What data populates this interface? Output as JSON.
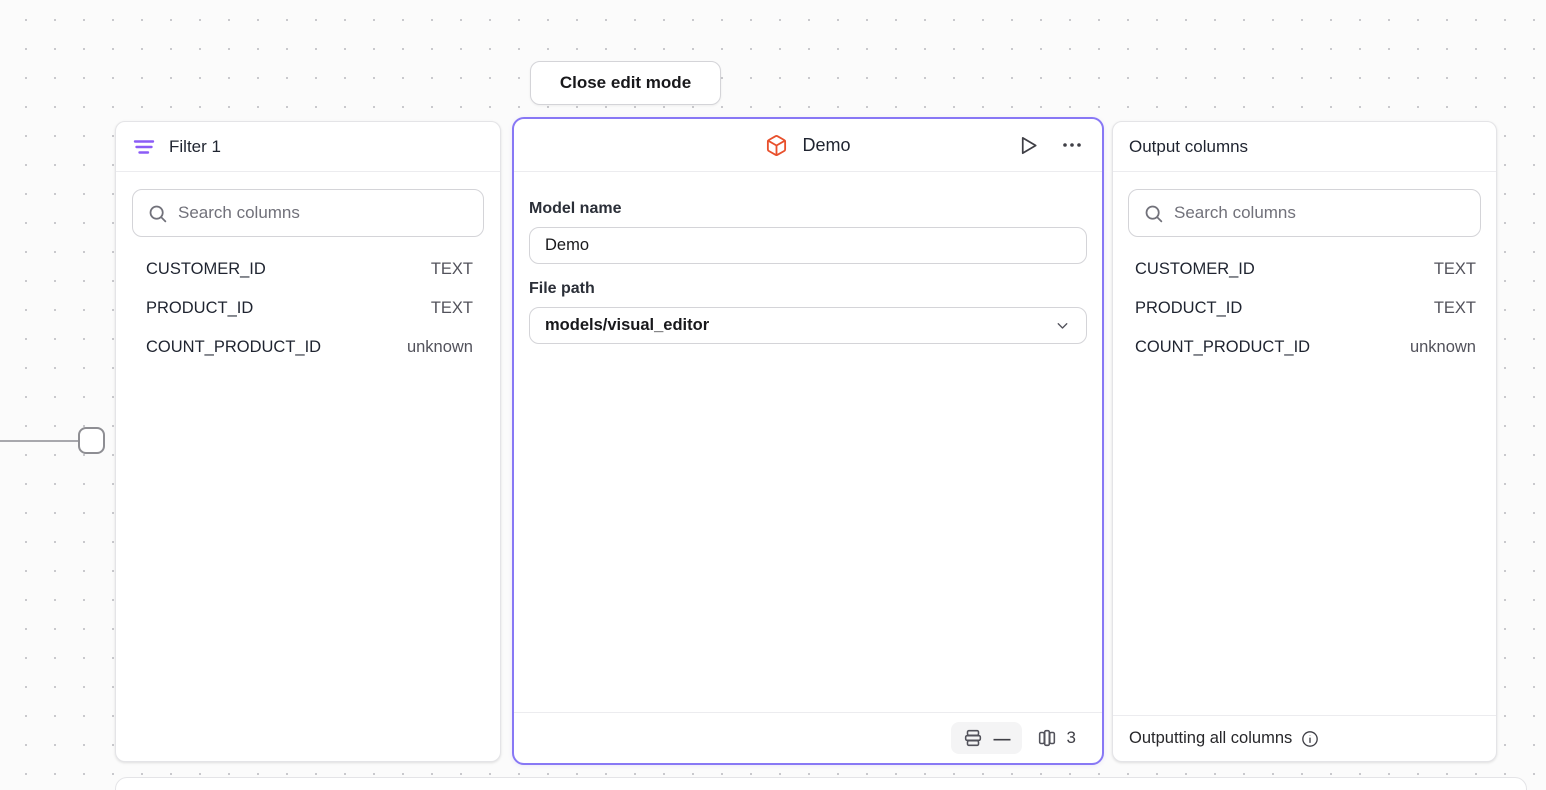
{
  "canvas": {
    "close_button_label": "Close edit mode"
  },
  "filter_panel": {
    "title": "Filter 1",
    "search_placeholder": "Search columns",
    "columns": [
      {
        "name": "CUSTOMER_ID",
        "type": "TEXT"
      },
      {
        "name": "PRODUCT_ID",
        "type": "TEXT"
      },
      {
        "name": "COUNT_PRODUCT_ID",
        "type": "unknown"
      }
    ]
  },
  "model_panel": {
    "title": "Demo",
    "model_name_label": "Model name",
    "model_name_value": "Demo",
    "file_path_label": "File path",
    "file_path_value": "models/visual_editor",
    "row_count": "—",
    "column_count": "3"
  },
  "output_panel": {
    "title": "Output columns",
    "search_placeholder": "Search columns",
    "columns": [
      {
        "name": "CUSTOMER_ID",
        "type": "TEXT"
      },
      {
        "name": "PRODUCT_ID",
        "type": "TEXT"
      },
      {
        "name": "COUNT_PRODUCT_ID",
        "type": "unknown"
      }
    ],
    "footer_text": "Outputting all columns"
  },
  "colors": {
    "selection_border": "#8878f5",
    "filter_icon": "#8b5cf6",
    "model_icon": "#e8502c",
    "canvas_dot": "#c9c9cd"
  }
}
